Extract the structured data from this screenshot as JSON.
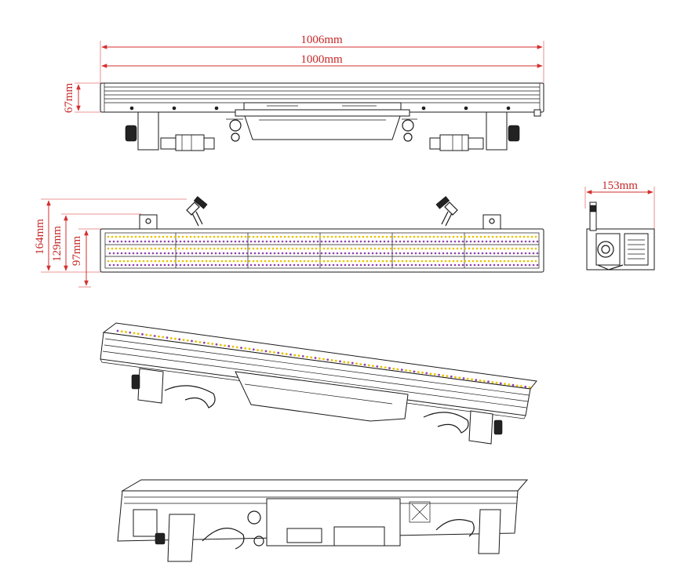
{
  "dimensions": {
    "overall_length": "1006mm",
    "body_length": "1000mm",
    "front_height": "67mm",
    "total_height": "164mm",
    "mid_height": "129mm",
    "body_height": "97mm",
    "depth": "153mm"
  },
  "colors": {
    "dimension": "#d32f2f",
    "ink": "#1a1a1a",
    "led_yellow": "#e6c200",
    "led_purple": "#8e44ad"
  }
}
